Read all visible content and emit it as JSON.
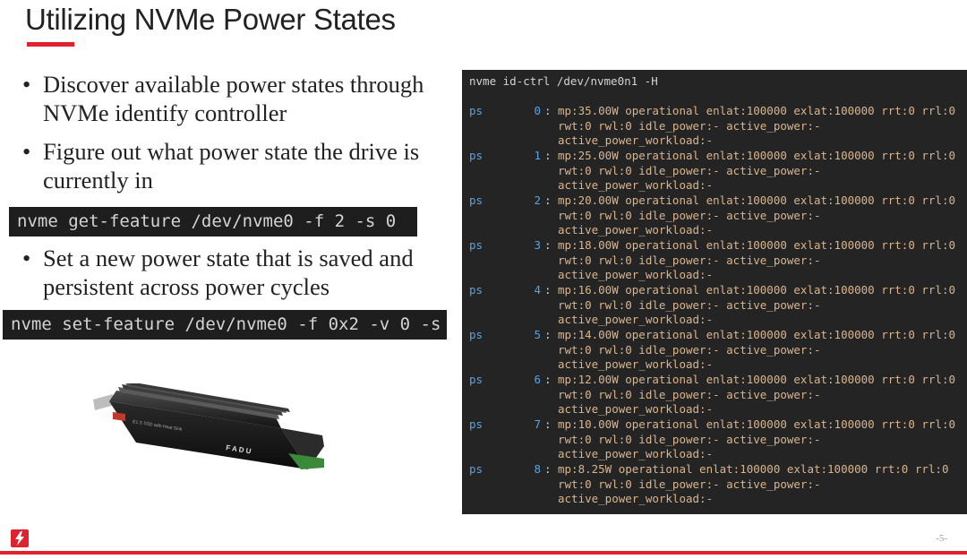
{
  "slide": {
    "title": "Utilizing NVMe Power States",
    "page_number": "-5-"
  },
  "bullets": [
    {
      "text": "Discover available power states through NVMe identify controller"
    },
    {
      "text": "Figure out what power state the drive is currently in"
    },
    {
      "text": "Set a new power state that is saved and persistent across power cycles"
    }
  ],
  "commands": {
    "get_feature": "nvme get-feature /dev/nvme0 -f 2 -s 0",
    "set_feature": "nvme set-feature /dev/nvme0 -f 0x2 -v 0 -s"
  },
  "terminal": {
    "command": "nvme id-ctrl /dev/nvme0n1 -H",
    "label": "ps",
    "entries": [
      {
        "num": "0",
        "body": "mp:35.00W operational enlat:100000 exlat:100000 rrt:0 rrl:0\nrwt:0 rwl:0 idle_power:- active_power:-\nactive_power_workload:-"
      },
      {
        "num": "1",
        "body": "mp:25.00W operational enlat:100000 exlat:100000 rrt:0 rrl:0\nrwt:0 rwl:0 idle_power:- active_power:-\nactive_power_workload:-"
      },
      {
        "num": "2",
        "body": "mp:20.00W operational enlat:100000 exlat:100000 rrt:0 rrl:0\nrwt:0 rwl:0 idle_power:- active_power:-\nactive_power_workload:-"
      },
      {
        "num": "3",
        "body": "mp:18.00W operational enlat:100000 exlat:100000 rrt:0 rrl:0\nrwt:0 rwl:0 idle_power:- active_power:-\nactive_power_workload:-"
      },
      {
        "num": "4",
        "body": "mp:16.00W operational enlat:100000 exlat:100000 rrt:0 rrl:0\nrwt:0 rwl:0 idle_power:- active_power:-\nactive_power_workload:-"
      },
      {
        "num": "5",
        "body": "mp:14.00W operational enlat:100000 exlat:100000 rrt:0 rrl:0\nrwt:0 rwl:0 idle_power:- active_power:-\nactive_power_workload:-"
      },
      {
        "num": "6",
        "body": "mp:12.00W operational enlat:100000 exlat:100000 rrt:0 rrl:0\nrwt:0 rwl:0 idle_power:- active_power:-\nactive_power_workload:-"
      },
      {
        "num": "7",
        "body": "mp:10.00W operational enlat:100000 exlat:100000 rrt:0 rrl:0\nrwt:0 rwl:0 idle_power:- active_power:-\nactive_power_workload:-"
      },
      {
        "num": "8",
        "body": "mp:8.25W operational enlat:100000 exlat:100000 rrt:0 rrl:0\nrwt:0 rwl:0 idle_power:- active_power:-\nactive_power_workload:-"
      }
    ]
  },
  "product_image": {
    "brand_text": "F A D U",
    "label_text": "E1.S SSD with Heat Sink"
  },
  "colors": {
    "accent": "#e0222e",
    "terminal_bg": "#242424",
    "terminal_ps": "#5aa3e0",
    "terminal_value": "#d8b58f"
  },
  "icons": {
    "logo": "fadu-logo-icon",
    "ssd": "ssd-heatsink-image"
  }
}
